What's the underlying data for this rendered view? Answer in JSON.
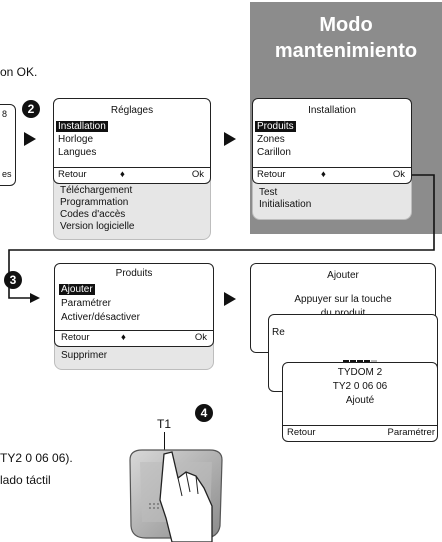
{
  "banner": {
    "line1": "Modo",
    "line2": "mantenimiento"
  },
  "intro_text": "on OK.",
  "left_edge": {
    "top": "8",
    "bottom": "es"
  },
  "steps": {
    "s2": "2",
    "s3": "3",
    "s4": "4"
  },
  "reglages": {
    "title": "Réglages",
    "items": [
      "Installation",
      "Horloge",
      "Langues"
    ],
    "back": "Retour",
    "arrows": "♦",
    "ok": "Ok",
    "extra": [
      "Téléchargement",
      "Programmation",
      "Codes d'accès",
      "Version logicielle"
    ]
  },
  "installation": {
    "title": "Installation",
    "items": [
      "Produits",
      "Zones",
      "Carillon"
    ],
    "back": "Retour",
    "arrows": "♦",
    "ok": "Ok",
    "extra": [
      "Test",
      "Initialisation"
    ]
  },
  "produits": {
    "title": "Produits",
    "items": [
      "Ajouter",
      "Paramétrer",
      "Activer/désactiver"
    ],
    "back": "Retour",
    "arrows": "♦",
    "ok": "Ok",
    "extra": [
      "Supprimer"
    ]
  },
  "ajouter": {
    "title": "Ajouter",
    "line1": "Appuyer sur la touche",
    "line2": "du produit"
  },
  "progress_back": "Re",
  "tydom": {
    "line1": "TYDOM 2",
    "line2": "TY2 0 06 06",
    "line3": "Ajouté",
    "back": "Retour",
    "param": "Paramétrer"
  },
  "t1_label": "T1",
  "footnote": {
    "line1": "TY2 0 06 06).",
    "line2": "lado táctil"
  }
}
